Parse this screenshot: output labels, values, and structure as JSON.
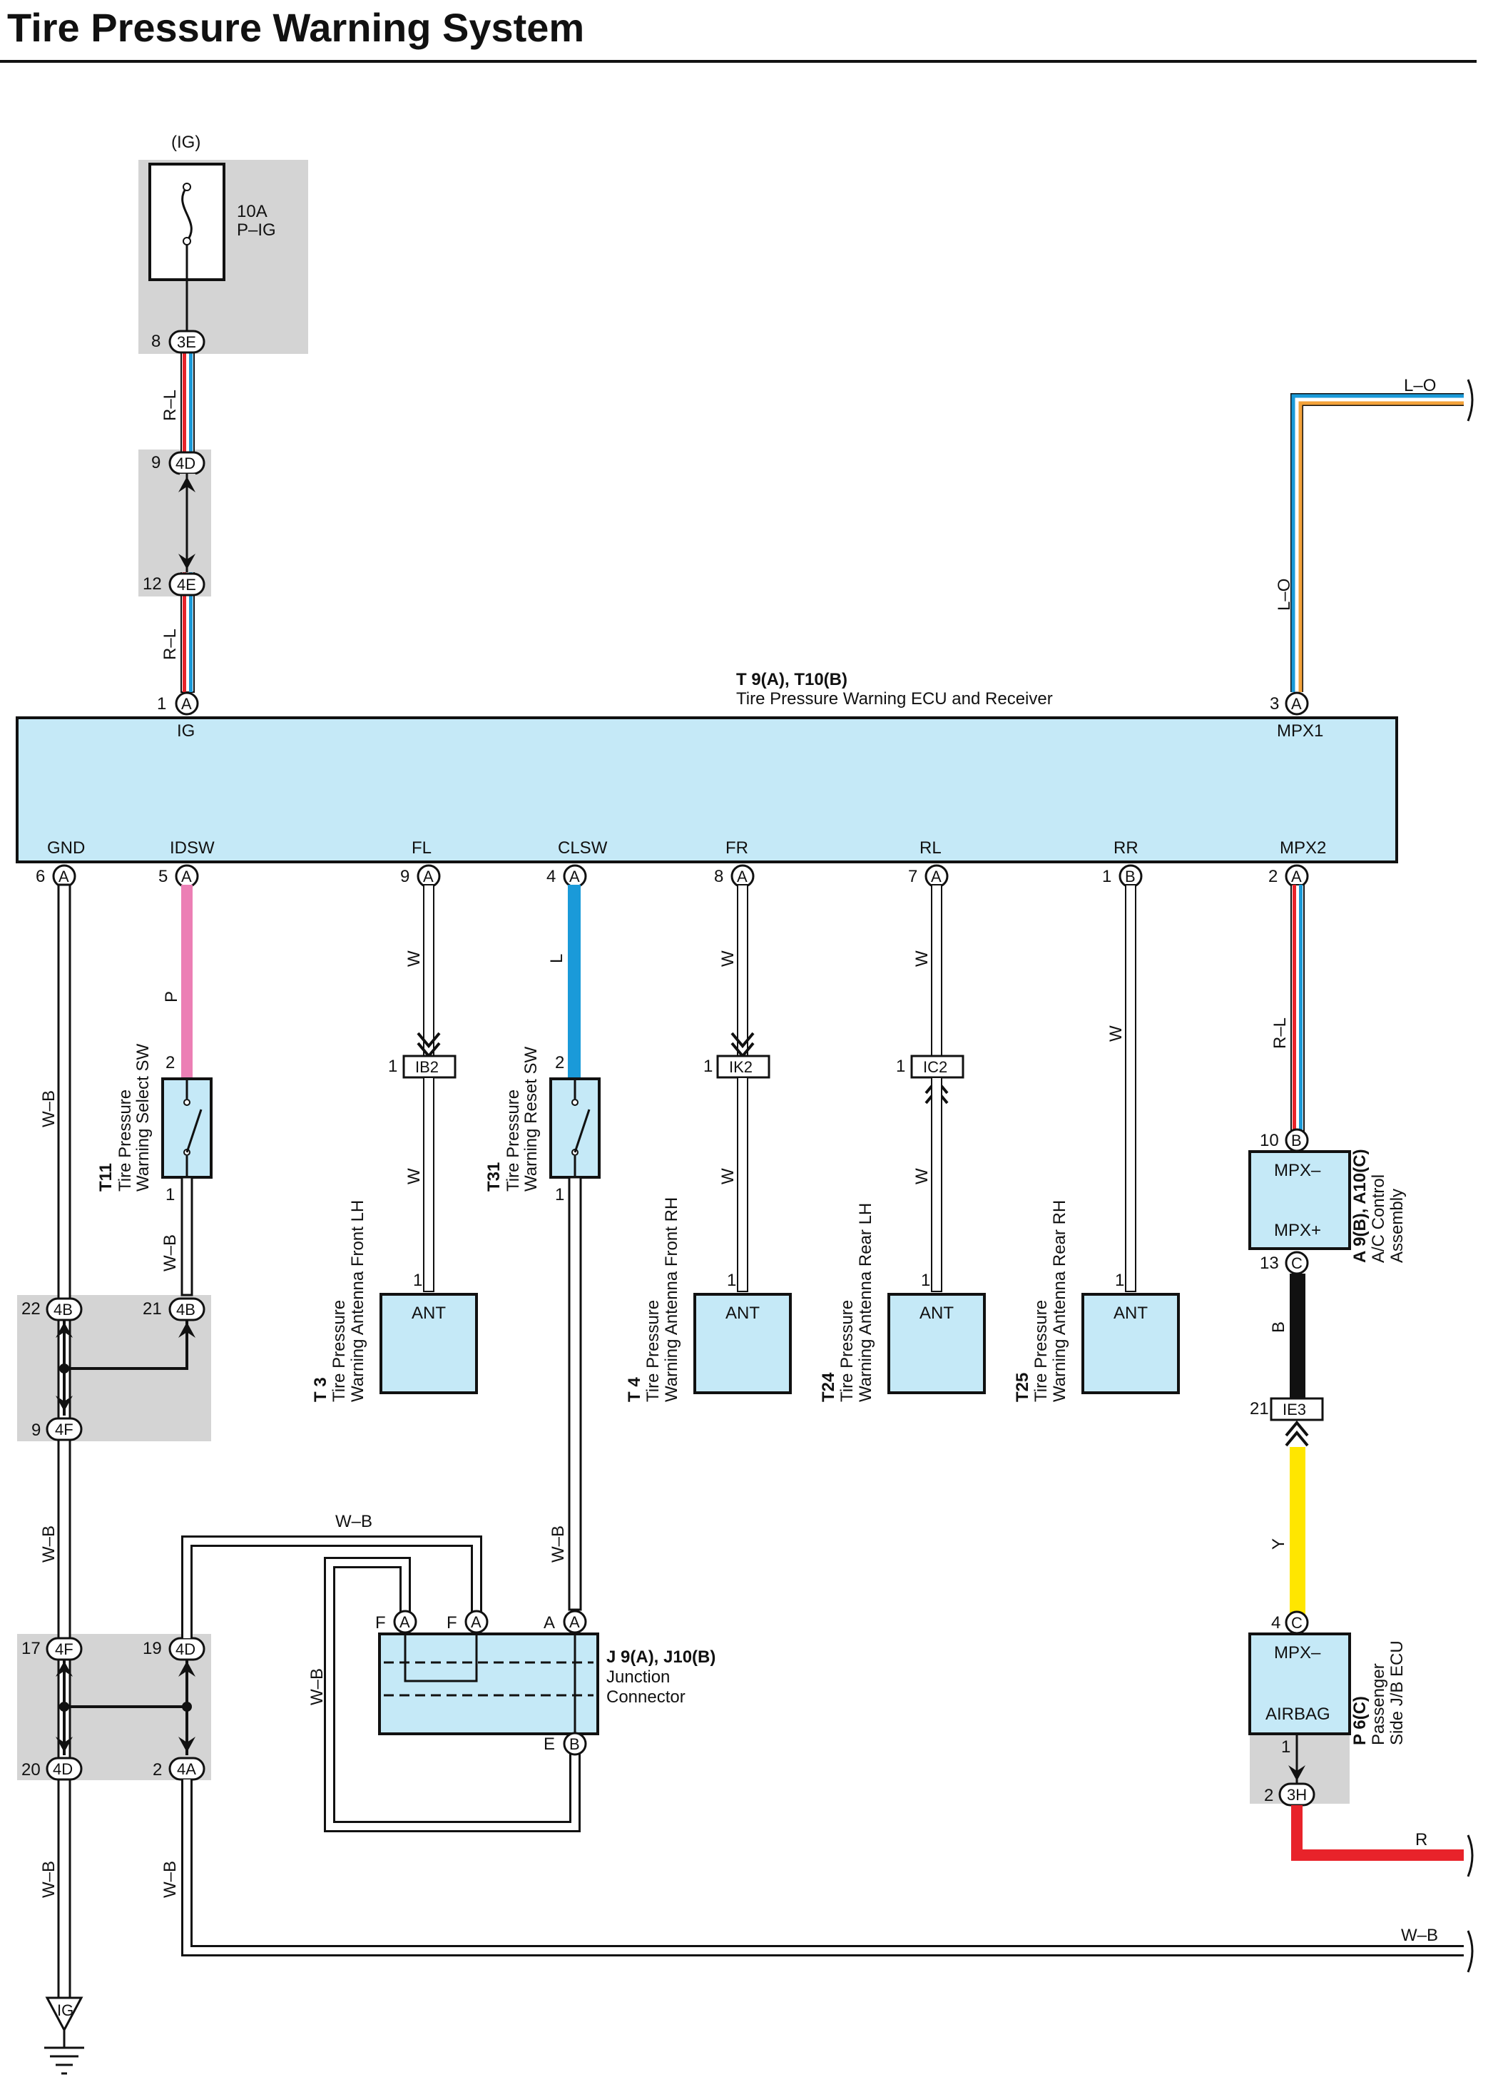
{
  "title": "Tire Pressure Warning System",
  "fuse": {
    "group": "(IG)",
    "rating": "10A",
    "name": "P–IG",
    "out_pin": "8",
    "out_conn": "3E"
  },
  "relay_block": {
    "pin_top": "9",
    "conn_top": "4D",
    "pin_bot": "12",
    "conn_bot": "4E"
  },
  "wire_colors": {
    "r_l": "R–L",
    "l_o": "L–O",
    "w_b": "W–B",
    "p": "P",
    "w": "W",
    "l": "L",
    "b": "B",
    "y": "Y",
    "r": "R"
  },
  "ecu": {
    "ref": "T 9(A), T10(B)",
    "name": "Tire Pressure Warning ECU and Receiver",
    "top_pins": [
      {
        "num": "1",
        "conn": "A",
        "label": "IG"
      },
      {
        "num": "3",
        "conn": "A",
        "label": "MPX1"
      }
    ],
    "bottom_pins": [
      {
        "num": "6",
        "conn": "A",
        "label": "GND"
      },
      {
        "num": "5",
        "conn": "A",
        "label": "IDSW"
      },
      {
        "num": "9",
        "conn": "A",
        "label": "FL"
      },
      {
        "num": "4",
        "conn": "A",
        "label": "CLSW"
      },
      {
        "num": "8",
        "conn": "A",
        "label": "FR"
      },
      {
        "num": "7",
        "conn": "A",
        "label": "RL"
      },
      {
        "num": "1",
        "conn": "B",
        "label": "RR"
      },
      {
        "num": "2",
        "conn": "A",
        "label": "MPX2"
      }
    ]
  },
  "switches": [
    {
      "ref": "T11",
      "name1": "Tire Pressure",
      "name2": "Warning Select SW",
      "pin_top": "2",
      "pin_bot": "1"
    },
    {
      "ref": "T31",
      "name1": "Tire Pressure",
      "name2": "Warning Reset SW",
      "pin_top": "2",
      "pin_bot": "1"
    }
  ],
  "connectors_mid": [
    {
      "pin": "1",
      "conn": "IB2"
    },
    {
      "pin": "1",
      "conn": "IK2"
    },
    {
      "pin": "1",
      "conn": "IC2"
    }
  ],
  "antennas": [
    {
      "ref": "T 3",
      "name1": "Tire Pressure",
      "name2": "Warning Antenna Front LH",
      "pin": "1",
      "label": "ANT"
    },
    {
      "ref": "T 4",
      "name1": "Tire Pressure",
      "name2": "Warning Antenna Front RH",
      "pin": "1",
      "label": "ANT"
    },
    {
      "ref": "T24",
      "name1": "Tire Pressure",
      "name2": "Warning Antenna Rear LH",
      "pin": "1",
      "label": "ANT"
    },
    {
      "ref": "T25",
      "name1": "Tire Pressure",
      "name2": "Warning Antenna Rear RH",
      "pin": "1",
      "label": "ANT"
    }
  ],
  "ac_control": {
    "ref": "A 9(B), A10(C)",
    "name1": "A/C Control",
    "name2": "Assembly",
    "label_top": "MPX–",
    "label_bot": "MPX+",
    "pin_top": "10",
    "conn_top": "B",
    "pin_bot": "13",
    "conn_bot": "C"
  },
  "ie3": {
    "pin": "21",
    "conn": "IE3"
  },
  "ground_block_top": {
    "pin_l": "22",
    "conn_l": "4B",
    "pin_r": "21",
    "conn_r": "4B",
    "pin_b": "9",
    "conn_b": "4F"
  },
  "ground_block_bot": {
    "pin_tl": "17",
    "conn_tl": "4F",
    "pin_tr": "19",
    "conn_tr": "4D",
    "pin_bl": "20",
    "conn_bl": "4D",
    "pin_br": "2",
    "conn_br": "4A"
  },
  "junction": {
    "ref": "J 9(A), J10(B)",
    "name1": "Junction",
    "name2": "Connector",
    "pin_f": "F",
    "conn_a": "A",
    "pin_a": "A",
    "pin_e": "E",
    "conn_b": "B"
  },
  "airbag": {
    "ref": "P 6(C)",
    "name1": "Passenger",
    "name2": "Side J/B ECU",
    "label_top": "MPX–",
    "label_bot": "AIRBAG",
    "pin_top": "4",
    "conn_top": "C",
    "pin_out": "1",
    "pin_3h": "2",
    "conn_3h": "3H"
  },
  "ground": {
    "label": "IG"
  },
  "colors": {
    "red": "#e8232a",
    "blue": "#1a9ad9",
    "pink": "#ec7fb5",
    "orange": "#f3a23a",
    "yellow": "#ffe600",
    "ecu_fill": "#c5e9f7",
    "gray_block": "#d4d4d4"
  }
}
